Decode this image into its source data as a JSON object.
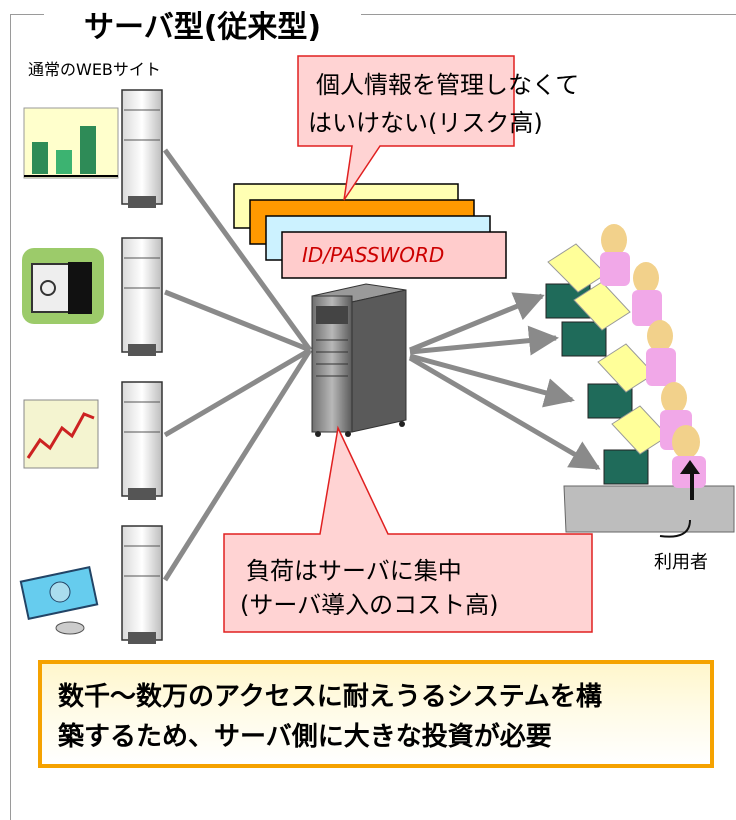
{
  "title": "サーバ型(従来型)",
  "site_label": "通常のWEBサイト",
  "user_label": "利用者",
  "credential_text": "ID/PASSWORD",
  "callout_top": {
    "line1": "個人情報を管理しなくて",
    "line2": "はいけない(リスク高)"
  },
  "callout_bottom": {
    "line1": "負荷はサーバに集中",
    "line2": "(サーバ導入のコスト高)"
  },
  "summary": {
    "line1": "数千～数万のアクセスに耐えうるシステムを構",
    "line2": "築するため、サーバ側に大きな投資が必要"
  },
  "icons": [
    "chart-icon",
    "safe-icon",
    "stock-chart-icon",
    "money-icon",
    "server-icon",
    "user-icon"
  ],
  "colors": {
    "arrow": "#8a8a8a",
    "callout_fill": "#ffd3d3",
    "callout_border": "#e02020",
    "summary_border": "#f5a200",
    "credential_text": "#cc0000"
  }
}
